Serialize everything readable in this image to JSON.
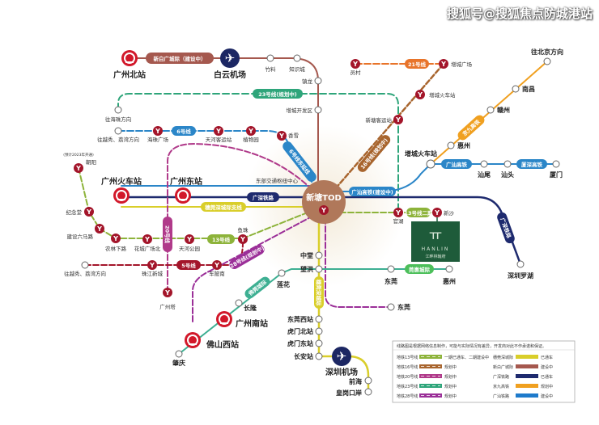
{
  "watermark": "搜狐号@搜狐焦点防城港站",
  "center": {
    "label": "新塘TOD",
    "hub": "东部交通枢纽中心"
  },
  "stations": {
    "gz_north": "广州北站",
    "baiyun": "白云机场",
    "zhuliao": "竹料",
    "zhishicheng": "知识城",
    "zhenlong": "镇龙",
    "zc_dev": "增城开发区",
    "to_haizhu": "往海珠方向",
    "to_yuexiu_6": "往越秀、荔湾方向",
    "haizhu_sq": "海珠广场",
    "tianhe_bus": "天河客运站",
    "zhiwuyuan": "植物园",
    "xiangxue": "香雪",
    "yuancun": "员村",
    "zc_square": "增城广场",
    "zc_train_16": "增城火车站",
    "xintang_bus": "新塘客运站",
    "to_beijing": "往北京方向",
    "nanchang": "南昌",
    "ganzhou": "赣州",
    "huizhou_n": "惠州",
    "zc_train": "增城火车站",
    "shanwei": "汕尾",
    "shantou": "汕头",
    "xiamen": "厦门",
    "gz_train": "广州火车站",
    "gz_east": "广州东站",
    "note_2023": "(预计2023年开通)",
    "chaoyang": "朝阳",
    "jinian": "纪念堂",
    "jianshe": "建设六马路",
    "nonglin": "农林下路",
    "huacheng": "花城广场北",
    "tianhe_park": "天河公园",
    "yuzhu": "鱼珠",
    "to_yuexiu_5": "往越秀、荔湾方向",
    "zhujiang": "珠江新城",
    "chebei": "车陂南",
    "gz_tower": "广州塔",
    "guanhu": "官湖",
    "xinsha": "新沙",
    "sz_luohu": "深圳罗湖",
    "zhaoqing": "肇庆",
    "foshan_w": "佛山西站",
    "gz_south": "广州南站",
    "changlong": "长隆",
    "lianhua": "莲花",
    "wanghong": "望洪",
    "zhongtang": "中堂",
    "dongguan_1": "东莞",
    "huizhou_s": "惠州",
    "dongguan_2": "东莞",
    "dg_west": "东莞西站",
    "humen_n": "虎门北站",
    "humen_e": "虎门东站",
    "changan": "长安站",
    "sz_airport": "深圳机场",
    "qianhai": "前海",
    "huanggang": "皇岗口岸"
  },
  "lines": {
    "xinbaiguang": "新白广城际（建设中）",
    "l23": "23号线(规划中)",
    "l6": "6号线",
    "l6ext": "6号线东延线",
    "l21": "21号线",
    "l16": "16号线(规划中)",
    "jingjiu": "京九高铁",
    "guangshan": "广汕高铁(建设中)",
    "guangshan2": "广汕高铁",
    "xiashen": "厦深高铁",
    "guangshen": "广深铁路",
    "guangshen2": "广深铁路",
    "suiguanshen_branch": "穗莞深城际支线",
    "l13": "13号线",
    "l13_2": "13号线二期",
    "l20": "20号线",
    "l5": "5号线",
    "l28": "28号线(规划中)",
    "foguan": "佛莞城际",
    "guanhui": "莞惠城际",
    "suiguanshen": "穗莞深城际"
  },
  "project": {
    "brand": "HANLIN",
    "name": "江畔林翰府"
  },
  "legend": {
    "note": "线路图是根据网络信息制作，可能与实际情况有差异，开发商对此不作承诺和保证。",
    "left": [
      {
        "name": "地铁13号线",
        "status": "一期已通车、二期建设中",
        "color": "#8DB33A"
      },
      {
        "name": "地铁16号线",
        "status": "规划中",
        "color": "#A8652E"
      },
      {
        "name": "地铁20号线",
        "status": "规划中",
        "color": "#B03A8A"
      },
      {
        "name": "地铁23号线",
        "status": "规划中",
        "color": "#2EA57A"
      },
      {
        "name": "地铁28号线",
        "status": "规划中",
        "color": "#9B2F98"
      }
    ],
    "right": [
      {
        "name": "穗莞深城际",
        "status": "已通车",
        "color": "#D9CE2A"
      },
      {
        "name": "新白广城际",
        "status": "建设中",
        "color": "#A5584E"
      },
      {
        "name": "广深铁路",
        "status": "已通车",
        "color": "#1E2A6E"
      },
      {
        "name": "京九高铁",
        "status": "规划中",
        "color": "#F0A020"
      },
      {
        "name": "广汕铁路",
        "status": "建设中",
        "color": "#1E7ACB"
      }
    ]
  }
}
